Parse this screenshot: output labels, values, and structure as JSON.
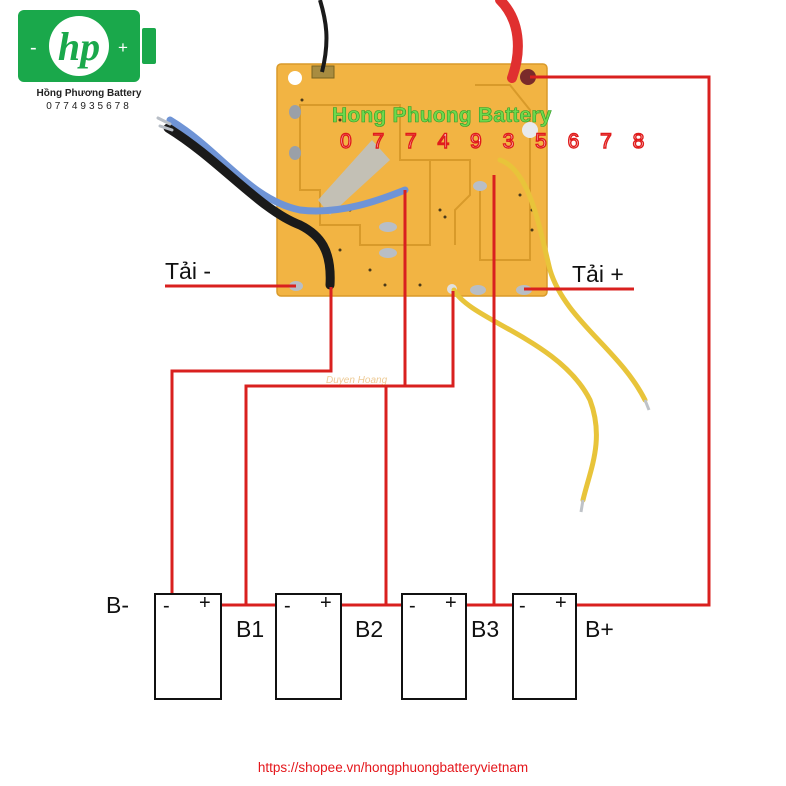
{
  "logo": {
    "brand": "Hồng Phương Battery",
    "phone": "0774935678",
    "minus": "-",
    "plus": "+",
    "mark": "hp",
    "color": "#1aa84b"
  },
  "watermark": {
    "name": "Hong Phuong Battery",
    "phone": "0 7 7 4 9 3 5 6 7 8",
    "faint_text": "Duyen Hoang"
  },
  "labels": {
    "load_minus": "Tải -",
    "load_plus": "Tải +",
    "b_minus": "B-",
    "b1": "B1",
    "b2": "B2",
    "b3": "B3",
    "b_plus": "B+"
  },
  "batteries": [
    {
      "minus": "-",
      "plus": "+"
    },
    {
      "minus": "-",
      "plus": "+"
    },
    {
      "minus": "-",
      "plus": "+"
    },
    {
      "minus": "-",
      "plus": "+"
    }
  ],
  "footer": {
    "url": "https://shopee.vn/hongphuongbatteryvietnam"
  },
  "colors": {
    "wire": "#d9201f",
    "pcb": "#f2b443",
    "pcb_trace": "#e6a02c",
    "yellow_wire": "#e8c43a",
    "blue_wire": "#6f94d6",
    "black_wire": "#1a1a1a"
  }
}
